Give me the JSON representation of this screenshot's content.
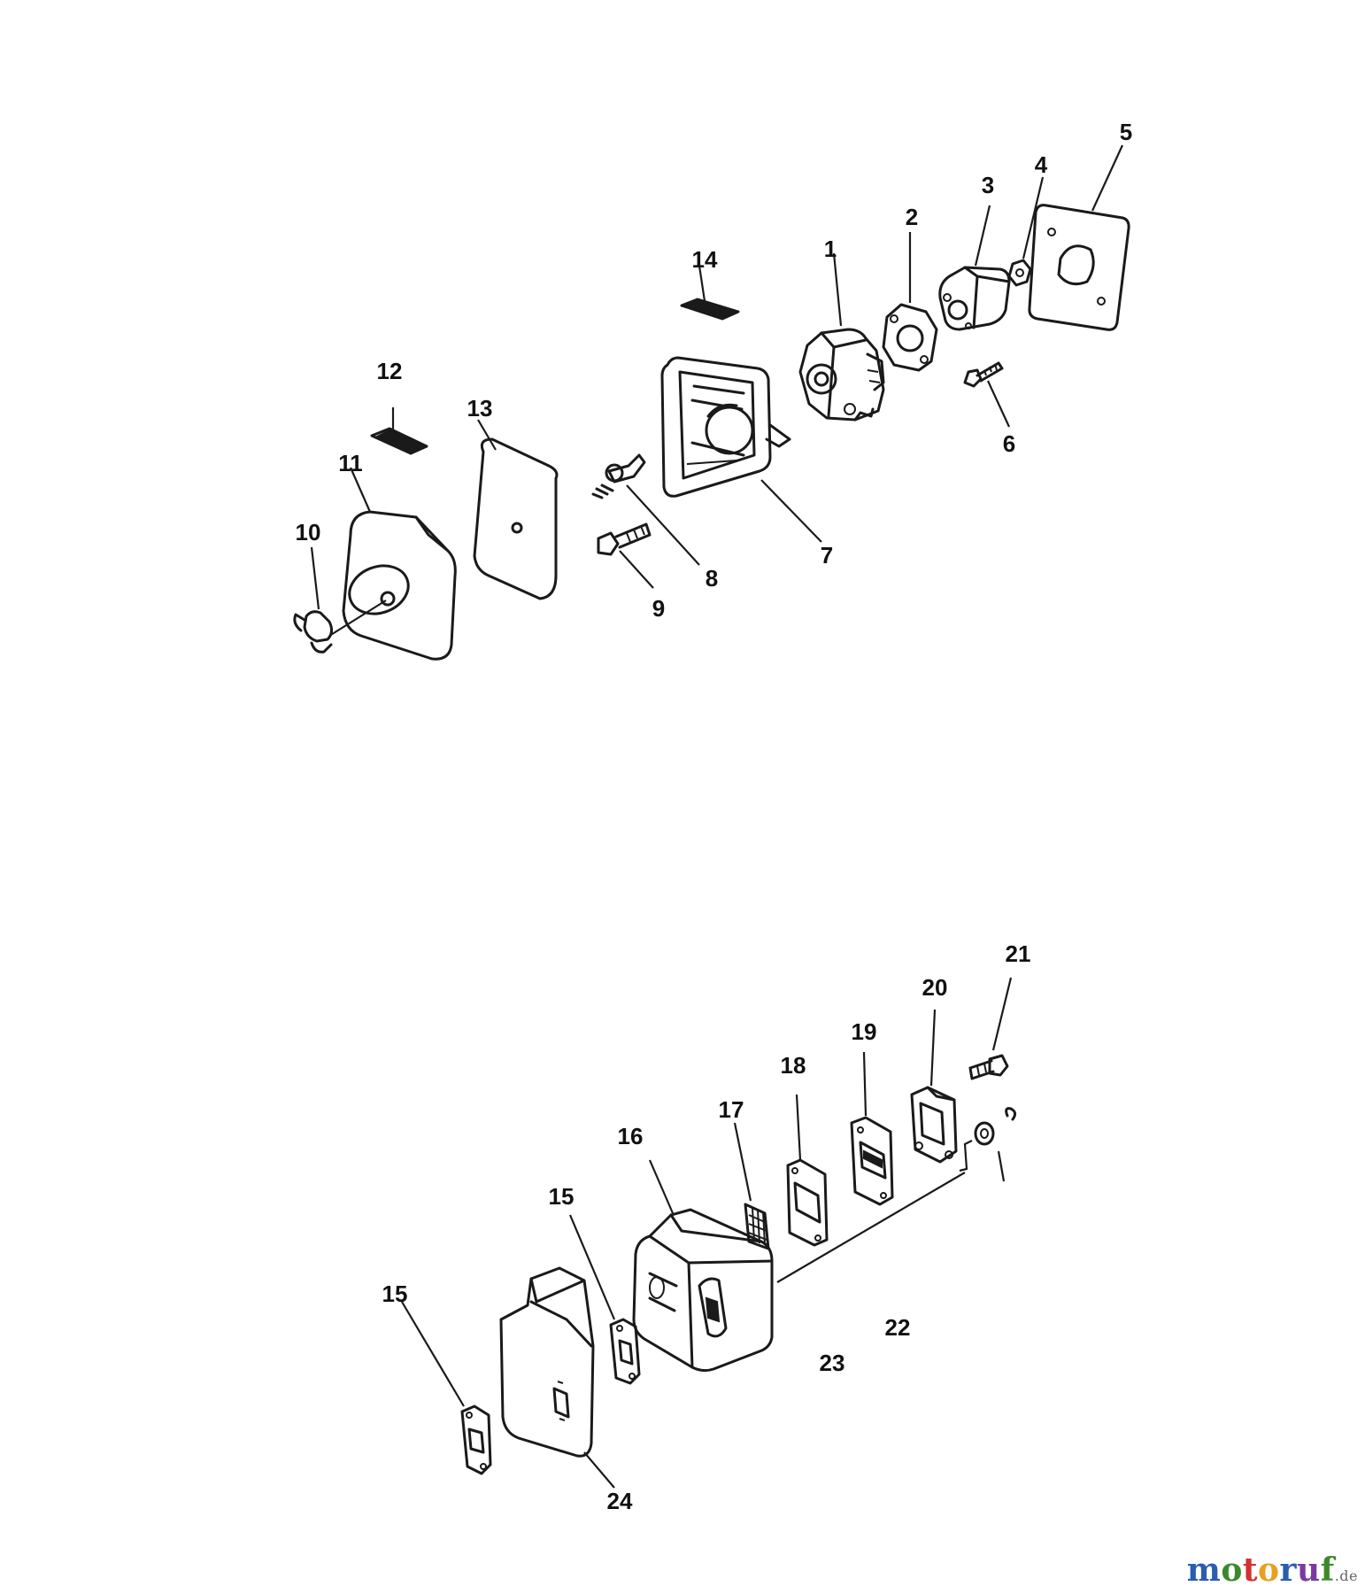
{
  "upper_group": {
    "callouts": [
      "1",
      "2",
      "3",
      "4",
      "5",
      "6",
      "7",
      "8",
      "9",
      "10",
      "11",
      "12",
      "13",
      "14"
    ]
  },
  "lower_group": {
    "callouts": [
      "15",
      "15",
      "16",
      "17",
      "18",
      "19",
      "20",
      "21",
      "22",
      "23",
      "24"
    ]
  },
  "watermark": {
    "letters": [
      "m",
      "o",
      "t",
      "o",
      "r",
      "u",
      "f"
    ],
    "letter_colors": [
      "#2a5db0",
      "#3a8a2a",
      "#d43030",
      "#e8a020",
      "#2a5db0",
      "#7a3aa0",
      "#3a8a2a"
    ],
    "suffix": ".de"
  }
}
